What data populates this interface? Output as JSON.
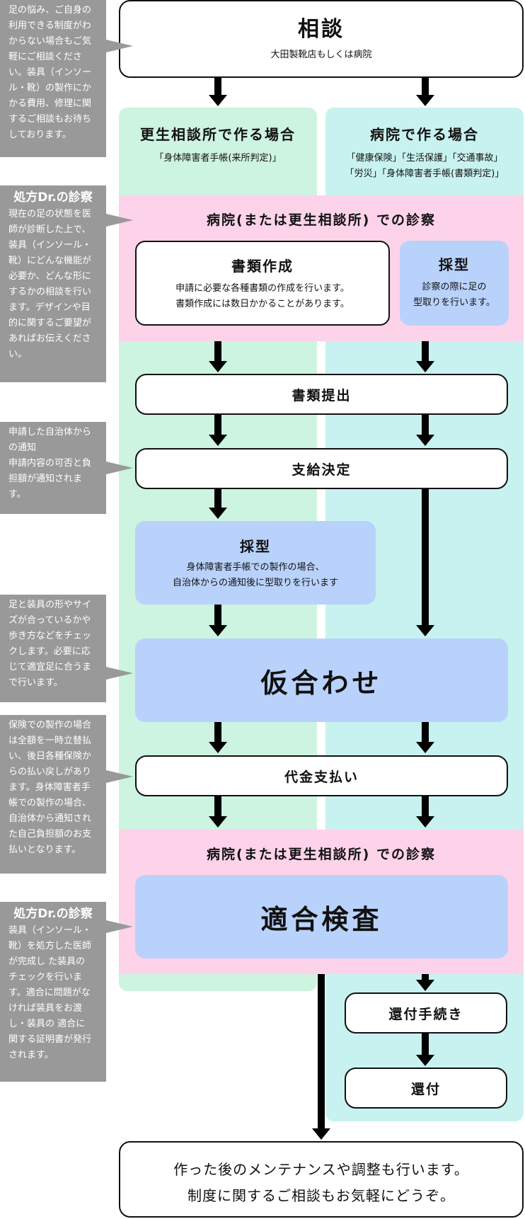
{
  "top": {
    "title": "相談",
    "subtitle": "大田製靴店もしくは病院"
  },
  "columns": {
    "left": {
      "title": "更生相談所で作る場合",
      "sub": "「身体障害者手帳(来所判定)」"
    },
    "right": {
      "title": "病院で作る場合",
      "sub_line1": "「健康保険」「生活保護」「交通事故」",
      "sub_line2": "「労災」「身体障害者手帳(書類判定)」"
    }
  },
  "exam1": {
    "title": "病院(または更生相談所) での診察",
    "docs": {
      "title": "書類作成",
      "line1": "申請に必要な各種書類の作成を行います。",
      "line2": "書類作成には数日かかることがあります。"
    },
    "mold": {
      "title": "採型",
      "line1": "診察の際に足の",
      "line2": "型取りを行います。"
    }
  },
  "submit": "書類提出",
  "decision": "支給決定",
  "mold2": {
    "title": "採型",
    "line1": "身体障害者手帳での製作の場合、",
    "line2": "自治体からの通知後に型取りを行います"
  },
  "fitting": "仮合わせ",
  "payment": "代金支払い",
  "exam2": {
    "title": "病院(または更生相談所) での診察",
    "inspection": "適合検査"
  },
  "refund_proc": "還付手続き",
  "refund": "還付",
  "bottom": {
    "line1": "作った後のメンテナンスや調整も行います。",
    "line2": "制度に関するご相談もお気軽にどうぞ。"
  },
  "notes": {
    "n1": {
      "lines": [
        "足の悩み、ご自身の",
        "利用できる制度がわ",
        "からない場合もご気",
        "軽にご相談くださ",
        "い。装具（インソー",
        "ル・靴）の製作にか",
        "かる費用、修理に関",
        "するご相談もお待ち",
        "しております。"
      ]
    },
    "n2": {
      "title": "処方Dr.の診察",
      "lines": [
        "現在の足の状態を医",
        "師が診断した上で、",
        "装具（インソール・",
        "靴）にどんな機能が",
        "必要か、どんな形に",
        "するかの相談を行い",
        "ます。デザインや目",
        "的に関するご要望が",
        "あればお伝えくださ",
        "い。"
      ]
    },
    "n3": {
      "lines": [
        "申請した自治体から",
        "の通知",
        "申請内容の可否と負",
        "担額が通知されま",
        "す。"
      ]
    },
    "n4": {
      "lines": [
        "足と装具の形やサイ",
        "ズが合っているかや",
        "歩き方などをチェッ",
        "クします。必要に応",
        "じて適宜足に合うま",
        "で行います。"
      ]
    },
    "n5": {
      "lines": [
        "保険での製作の場合",
        "は全額を一時立替払",
        "い、後日各種保険か",
        "らの払い戻しがあり",
        "ます。身体障害者手",
        "帳での製作の場合、",
        "自治体から通知され",
        "た自己負担額のお支",
        "払いとなります。"
      ]
    },
    "n6": {
      "title": "処方Dr.の診察",
      "lines": [
        "装具（インソール・",
        "靴）を処方した医師",
        "が完成し た装具の",
        "チェックを行いま",
        "す。適合に問題がな",
        "ければ装具をお渡",
        "し・装具の 適合に",
        "関する証明書が発行",
        "されます。"
      ]
    }
  },
  "colors": {
    "green": "#cdf3e1",
    "cyan": "#c8f2ef",
    "pink": "#fdd3e9",
    "blue": "#b9d2fb",
    "note": "#999999"
  }
}
